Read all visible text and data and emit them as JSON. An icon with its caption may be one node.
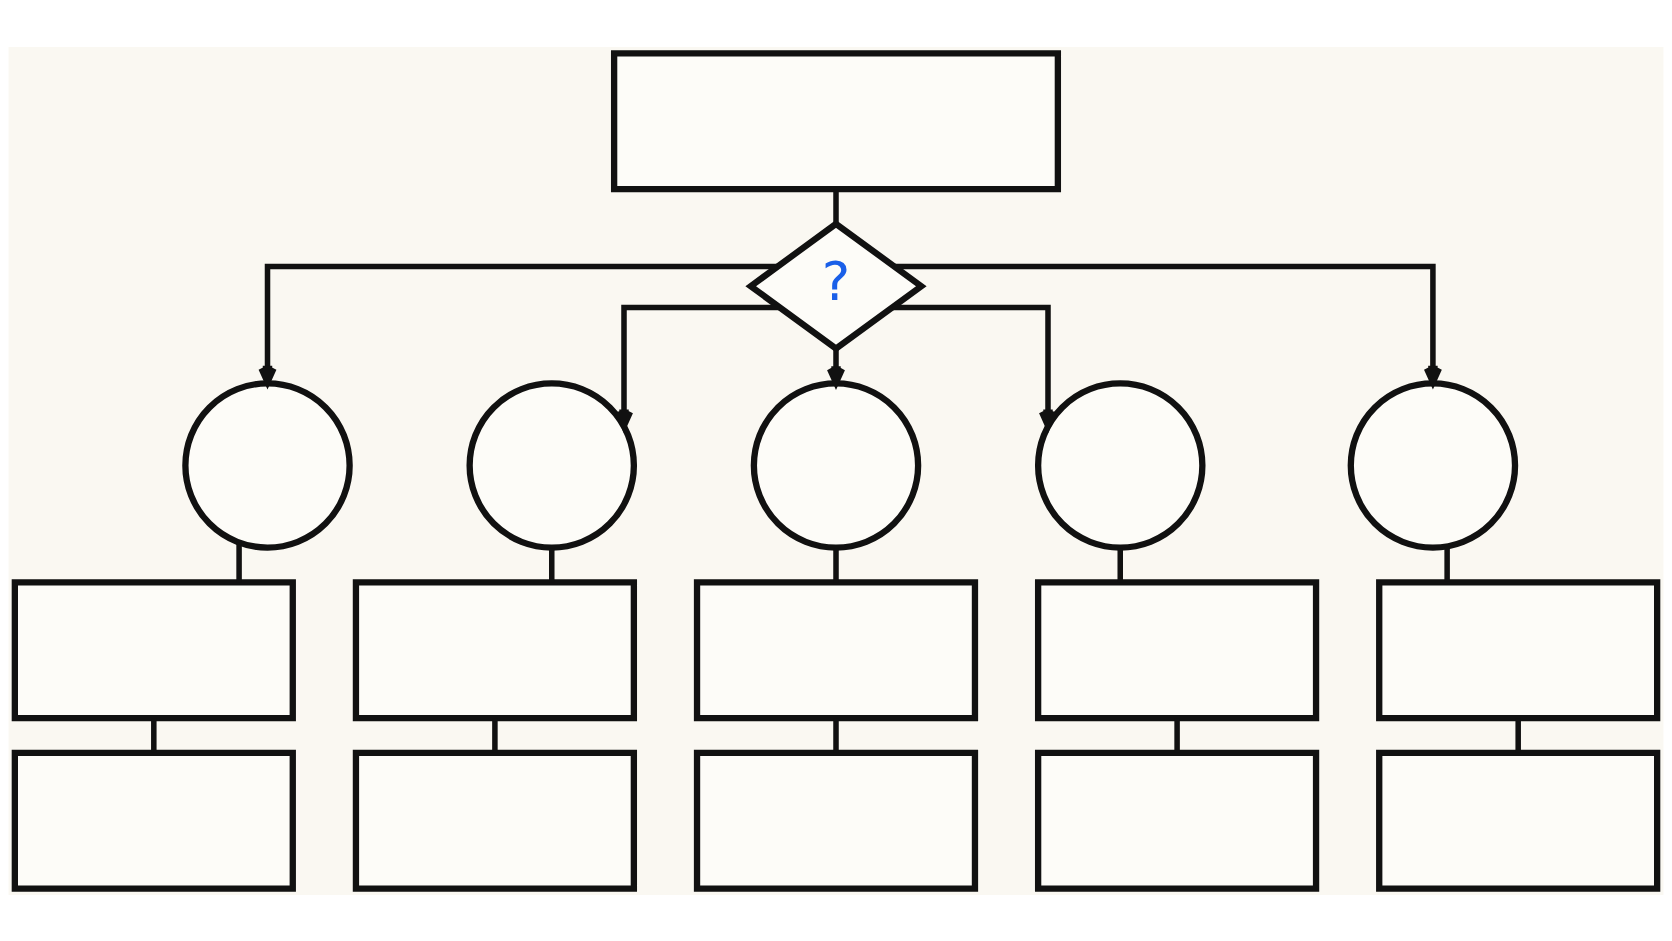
{
  "diagram": {
    "nodes": [
      {
        "text": [],
        "shape": "box"
      },
      {
        "text": [
          "?"
        ]
      },
      {
        "text": [],
        "shape": "circle"
      },
      {
        "text": [],
        "shape": "circle"
      },
      {
        "text": [],
        "shape": "circle"
      },
      {
        "text": [],
        "shape": "circle"
      },
      {
        "text": [],
        "shape": "circle"
      },
      {
        "text": [],
        "shape": "box"
      },
      {
        "text": [],
        "shape": "box"
      },
      {
        "text": [],
        "shape": "box"
      },
      {
        "text": [],
        "shape": "box"
      },
      {
        "text": [],
        "shape": "box"
      },
      {
        "text": [],
        "shape": "box"
      },
      {
        "text": [],
        "shape": "box"
      },
      {
        "text": [],
        "shape": "box"
      },
      {
        "text": [],
        "shape": "box"
      },
      {
        "text": [],
        "shape": "box"
      }
    ],
    "edges": [
      {
        "from": 0,
        "to": 1,
        "arrow": "none"
      },
      {
        "from": 1,
        "to": 2,
        "arrow": "to"
      },
      {
        "from": 1,
        "to": 3,
        "arrow": "to"
      },
      {
        "from": 1,
        "to": 4,
        "arrow": "to"
      },
      {
        "from": 1,
        "to": 5,
        "arrow": "to"
      },
      {
        "from": 1,
        "to": 6,
        "arrow": "to"
      },
      {
        "from": 2,
        "to": 7,
        "arrow": "none"
      },
      {
        "from": 3,
        "to": 8,
        "arrow": "none"
      },
      {
        "from": 4,
        "to": 9,
        "arrow": "none"
      },
      {
        "from": 5,
        "to": 10,
        "arrow": "none"
      },
      {
        "from": 6,
        "to": 11,
        "arrow": "none"
      },
      {
        "from": 7,
        "to": 12,
        "arrow": "none"
      },
      {
        "from": 8,
        "to": 13,
        "arrow": "none"
      },
      {
        "from": 9,
        "to": 14,
        "arrow": "none"
      },
      {
        "from": 10,
        "to": 15,
        "arrow": "none"
      },
      {
        "from": 11,
        "to": 16,
        "arrow": "none"
      }
    ]
  }
}
